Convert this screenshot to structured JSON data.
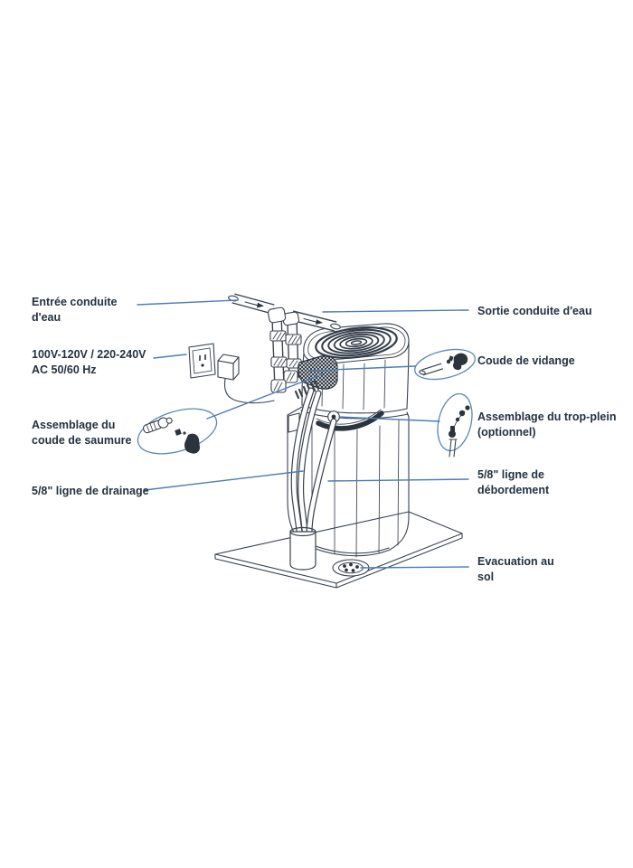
{
  "figure": {
    "kind": "water-softener-installation-diagram",
    "language": "fr"
  },
  "colors": {
    "background": "#ffffff",
    "line_art": "#39424e",
    "leader_lines": "#4d7db8",
    "label_text": "#243140",
    "dark_parts": "#2b333d",
    "callout_ellipse": "#5d87b8"
  },
  "callouts": {
    "left": [
      {
        "id": "water-inlet",
        "lines": [
          "Entrée conduite",
          "d'eau"
        ]
      },
      {
        "id": "power",
        "lines": [
          "100V-120V / 220-240V",
          "AC 50/60 Hz"
        ]
      },
      {
        "id": "brine-elbow-assembly",
        "lines": [
          "Assemblage du",
          "coude de saumure"
        ]
      },
      {
        "id": "drain-line",
        "lines": [
          "5/8\" ligne de drainage"
        ]
      }
    ],
    "right": [
      {
        "id": "water-outlet",
        "lines": [
          "Sortie conduite d'eau"
        ]
      },
      {
        "id": "drain-elbow",
        "lines": [
          "Coude de vidange"
        ]
      },
      {
        "id": "overflow-assembly",
        "lines": [
          "Assemblage du trop-plein",
          "(optionnel)"
        ]
      },
      {
        "id": "overflow-line",
        "lines": [
          "5/8\" ligne de",
          "débordement"
        ]
      },
      {
        "id": "floor-drain",
        "lines": [
          "Evacuation au",
          "sol"
        ]
      }
    ]
  }
}
